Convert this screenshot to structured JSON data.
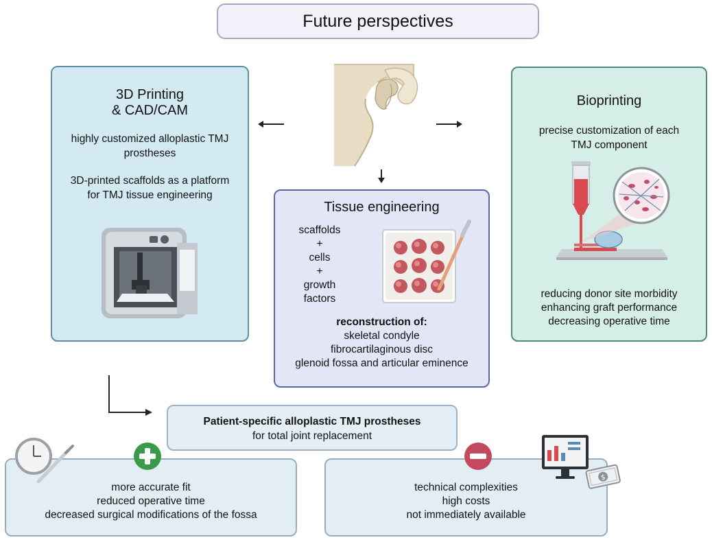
{
  "title": "Future perspectives",
  "printing": {
    "heading_line1": "3D Printing",
    "heading_line2": "& CAD/CAM",
    "point1_line1": "highly customized alloplastic TMJ",
    "point1_line2": "prostheses",
    "point2_line1": "3D-printed scaffolds as a platform",
    "point2_line2": "for TMJ tissue engineering",
    "icon": "3d-printer-icon"
  },
  "bioprinting": {
    "heading": "Bioprinting",
    "intro_line1": "precise customization of each",
    "intro_line2": "TMJ component",
    "benefits": [
      "reducing donor site morbidity",
      "enhancing graft performance",
      "decreasing operative time"
    ],
    "icon": "bioprinter-icon"
  },
  "tissue_engineering": {
    "heading": "Tissue engineering",
    "ingredients": [
      "scaffolds",
      "+",
      "cells",
      "+",
      "growth",
      "factors"
    ],
    "reconstruction_label": "reconstruction of:",
    "reconstruction_items": [
      "skeletal condyle",
      "fibrocartilaginous disc",
      "glenoid fossa and articular eminence"
    ],
    "icon": "cell-culture-dish-icon"
  },
  "center_icon": "tmj-skull-icon",
  "patient_specific": {
    "title": "Patient-specific alloplastic TMJ prostheses",
    "subtitle": "for total joint replacement"
  },
  "advantages": {
    "icon": "plus-icon",
    "items": [
      "more accurate fit",
      "reduced operative time",
      "decreased surgical modifications of the fossa"
    ],
    "side_icon": "clock-scalpel-icon",
    "color": "#3a9a4a"
  },
  "disadvantages": {
    "icon": "minus-icon",
    "items": [
      "technical complexities",
      "high costs",
      "not immediately available"
    ],
    "side_icon": "computer-money-icon",
    "color": "#c34a5e"
  }
}
